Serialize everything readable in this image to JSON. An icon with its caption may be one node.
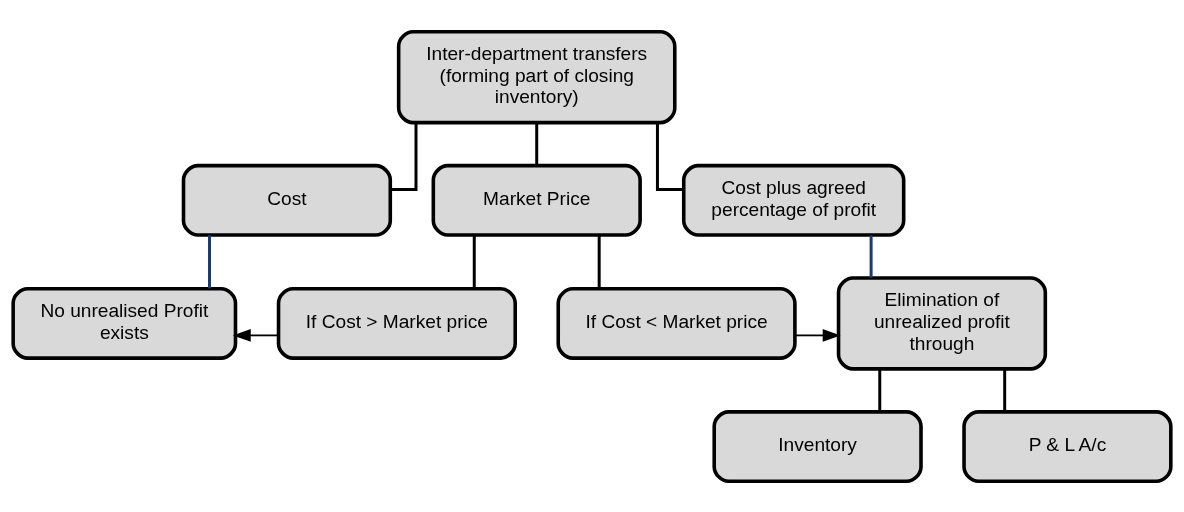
{
  "diagram": {
    "nodes": [
      {
        "text": [
          "Inter-department transfers (forming part of closing inventory)"
        ]
      },
      {
        "text": [
          "Cost"
        ]
      },
      {
        "text": [
          "Market Price"
        ]
      },
      {
        "text": [
          "Cost plus agreed percentage of profit"
        ]
      },
      {
        "text": [
          "No unrealised Profit exists"
        ]
      },
      {
        "text": [
          "If Cost > Market price"
        ]
      },
      {
        "text": [
          "If Cost < Market price"
        ]
      },
      {
        "text": [
          "Elimination of unrealized profit through"
        ]
      },
      {
        "text": [
          "Inventory"
        ]
      },
      {
        "text": [
          "P & L A/c"
        ]
      }
    ],
    "edges": [
      {
        "from": 0,
        "to": 1,
        "arrow": "none"
      },
      {
        "from": 0,
        "to": 2,
        "arrow": "none"
      },
      {
        "from": 0,
        "to": 3,
        "arrow": "none"
      },
      {
        "from": 1,
        "to": 4,
        "arrow": "none",
        "color": "#1f3b6e"
      },
      {
        "from": 2,
        "to": 5,
        "arrow": "none"
      },
      {
        "from": 2,
        "to": 6,
        "arrow": "none"
      },
      {
        "from": 3,
        "to": 7,
        "arrow": "none",
        "color": "#1f3b6e"
      },
      {
        "from": 5,
        "to": 4,
        "arrow": "to"
      },
      {
        "from": 6,
        "to": 7,
        "arrow": "to"
      },
      {
        "from": 7,
        "to": 8,
        "arrow": "none"
      },
      {
        "from": 7,
        "to": 9,
        "arrow": "none"
      }
    ]
  }
}
